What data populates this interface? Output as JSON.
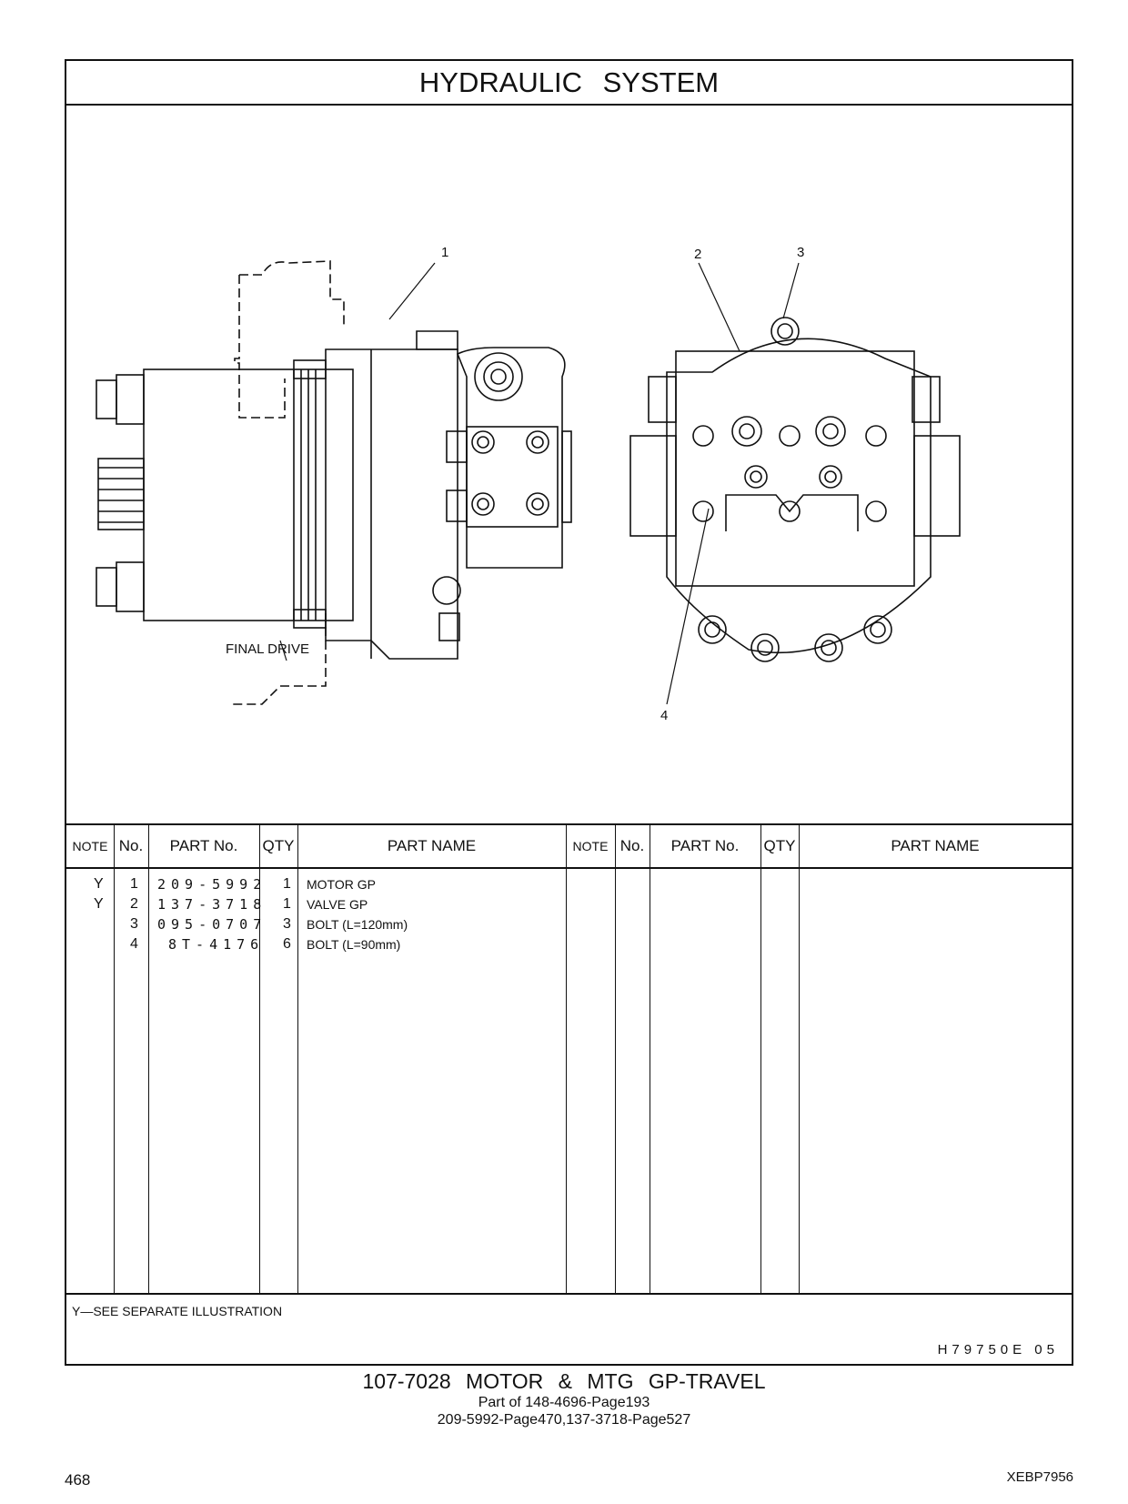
{
  "title": "HYDRAULIC SYSTEM",
  "callouts": [
    "1",
    "2",
    "3",
    "4"
  ],
  "final_drive_label": "FINAL DRIVE",
  "table": {
    "headers": {
      "note": "NOTE",
      "no": "No.",
      "part_no": "PART No.",
      "qty": "QTY",
      "part_name": "PART NAME"
    },
    "rows": [
      {
        "note": "Y",
        "no": "1",
        "part_no": "209-5992",
        "qty": "1",
        "part_name": "MOTOR GP"
      },
      {
        "note": "Y",
        "no": "2",
        "part_no": "137-3718",
        "qty": "1",
        "part_name": "VALVE GP"
      },
      {
        "note": "",
        "no": "3",
        "part_no": "095-0707",
        "qty": "3",
        "part_name": "BOLT (L=120mm)"
      },
      {
        "note": "",
        "no": "4",
        "part_no": "8T-4176",
        "qty": "6",
        "part_name": "BOLT (L=90mm)"
      }
    ]
  },
  "footnote": "Y—SEE SEPARATE ILLUSTRATION",
  "illustration_code": "H79750E 05",
  "caption": {
    "line1": "107-7028 MOTOR & MTG GP-TRAVEL",
    "line2": "Part of 148-4696-Page193",
    "line3": "209-5992-Page470,137-3718-Page527"
  },
  "page_number": "468",
  "document_id": "XEBP7956"
}
